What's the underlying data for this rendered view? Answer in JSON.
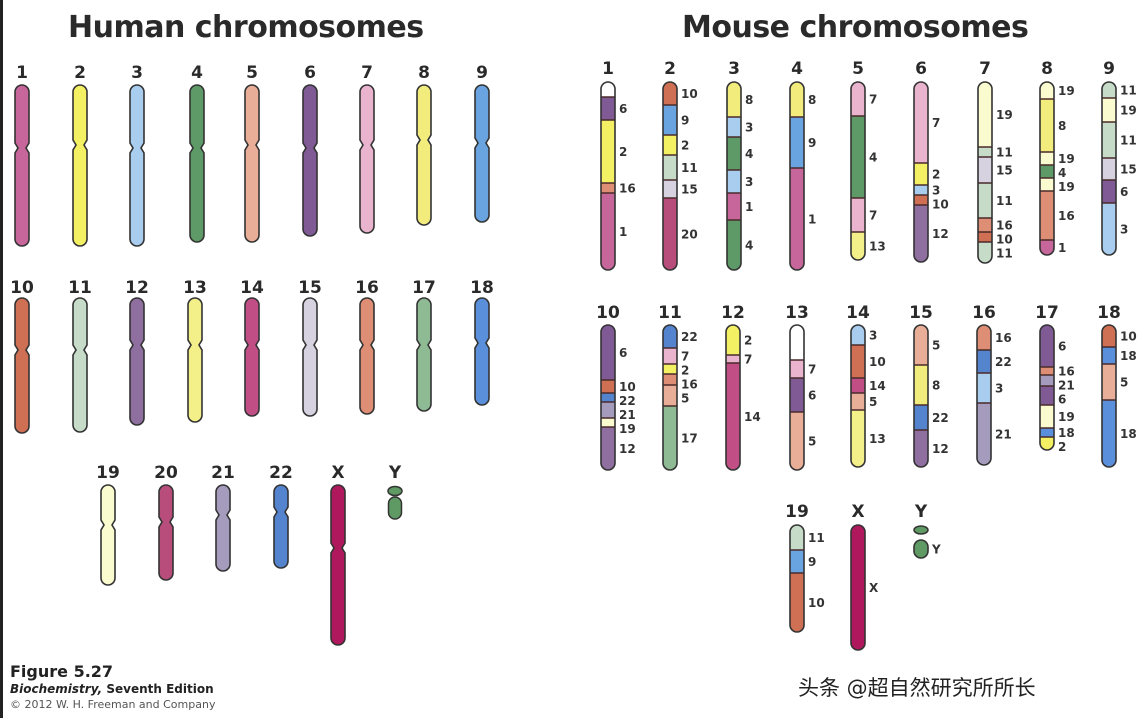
{
  "human": {
    "title": "Human chromosomes",
    "chromosomes": [
      {
        "label": "1",
        "color": "#c7669a"
      },
      {
        "label": "2",
        "color": "#f4f064"
      },
      {
        "label": "3",
        "color": "#a9cdee"
      },
      {
        "label": "4",
        "color": "#5e9a67"
      },
      {
        "label": "5",
        "color": "#e8ae98"
      },
      {
        "label": "6",
        "color": "#7f5a95"
      },
      {
        "label": "7",
        "color": "#eab4cf"
      },
      {
        "label": "8",
        "color": "#f1ec7c"
      },
      {
        "label": "9",
        "color": "#6aa4e0"
      },
      {
        "label": "10",
        "color": "#cf7055"
      },
      {
        "label": "11",
        "color": "#c6dcc8"
      },
      {
        "label": "12",
        "color": "#8f6ea0"
      },
      {
        "label": "13",
        "color": "#f3f08a"
      },
      {
        "label": "14",
        "color": "#c14f86"
      },
      {
        "label": "15",
        "color": "#d6d2e0"
      },
      {
        "label": "16",
        "color": "#dd8e75"
      },
      {
        "label": "17",
        "color": "#8fbb94"
      },
      {
        "label": "18",
        "color": "#5a8fdb"
      },
      {
        "label": "19",
        "color": "#fbfbd0"
      },
      {
        "label": "20",
        "color": "#b84d7c"
      },
      {
        "label": "21",
        "color": "#a59bbd"
      },
      {
        "label": "22",
        "color": "#5584cf"
      },
      {
        "label": "X",
        "color": "#b0185d"
      },
      {
        "label": "Y",
        "color": "#5f9a64"
      }
    ]
  },
  "mouse": {
    "title": "Mouse chromosomes",
    "chromosomes": [
      {
        "label": "1",
        "bands": [
          "",
          "6",
          "2",
          "16",
          "1"
        ]
      },
      {
        "label": "2",
        "bands": [
          "10",
          "9",
          "2",
          "11",
          "15",
          "20"
        ]
      },
      {
        "label": "3",
        "bands": [
          "8",
          "3",
          "4",
          "3",
          "1",
          "4"
        ]
      },
      {
        "label": "4",
        "bands": [
          "8",
          "9",
          "1"
        ]
      },
      {
        "label": "5",
        "bands": [
          "7",
          "4",
          "7",
          "13"
        ]
      },
      {
        "label": "6",
        "bands": [
          "7",
          "2",
          "3",
          "10",
          "12"
        ]
      },
      {
        "label": "7",
        "bands": [
          "19",
          "11",
          "15",
          "11",
          "16",
          "10",
          "11"
        ]
      },
      {
        "label": "8",
        "bands": [
          "19",
          "8",
          "19",
          "4",
          "19",
          "16",
          "1"
        ]
      },
      {
        "label": "9",
        "bands": [
          "11",
          "19",
          "11",
          "15",
          "6",
          "3"
        ]
      },
      {
        "label": "10",
        "bands": [
          "6",
          "10",
          "22",
          "21",
          "19",
          "12"
        ]
      },
      {
        "label": "11",
        "bands": [
          "22",
          "7",
          "2",
          "16",
          "5",
          "17"
        ]
      },
      {
        "label": "12",
        "bands": [
          "2",
          "7",
          "14"
        ]
      },
      {
        "label": "13",
        "bands": [
          "",
          "7",
          "6",
          "5"
        ]
      },
      {
        "label": "14",
        "bands": [
          "3",
          "10",
          "14",
          "5",
          "13"
        ]
      },
      {
        "label": "15",
        "bands": [
          "5",
          "8",
          "22",
          "12"
        ]
      },
      {
        "label": "16",
        "bands": [
          "16",
          "22",
          "3",
          "21"
        ]
      },
      {
        "label": "17",
        "bands": [
          "6",
          "16",
          "21",
          "6",
          "19",
          "18",
          "2"
        ]
      },
      {
        "label": "18",
        "bands": [
          "10",
          "18",
          "5",
          "18"
        ]
      },
      {
        "label": "19",
        "bands": [
          "11",
          "9",
          "10"
        ]
      },
      {
        "label": "X",
        "bands": [
          "X"
        ]
      },
      {
        "label": "Y",
        "bands": [
          "Y"
        ]
      }
    ]
  },
  "caption": {
    "figure": "Figure 5.27",
    "book_italic": "Biochemistry,",
    "book_rest": " Seventh Edition",
    "copyright": "© 2012 W. H. Freeman and Company"
  },
  "watermark": "头条 @超自然研究所所长"
}
